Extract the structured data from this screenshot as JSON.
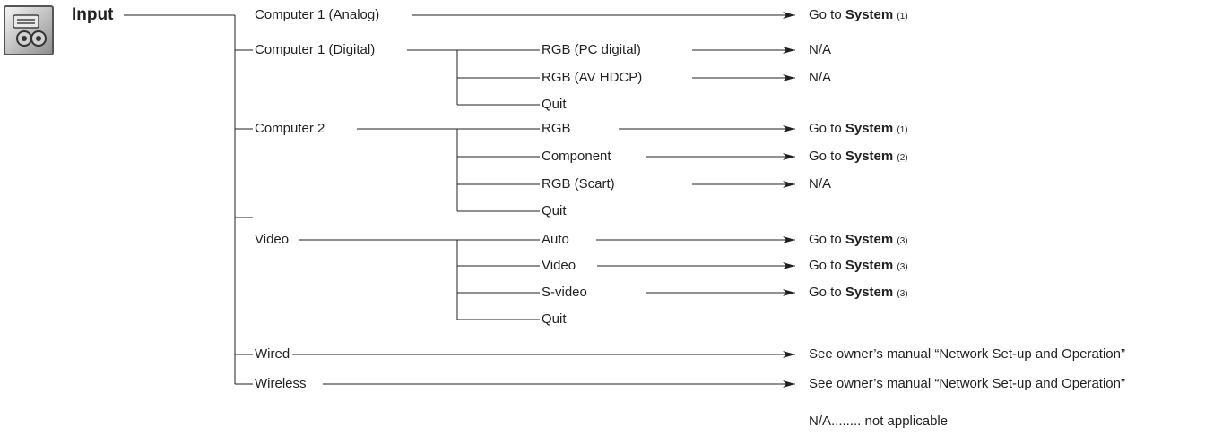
{
  "menu_icon": "input-menu-icon",
  "root": "Input",
  "level1": [
    "Computer 1 (Analog)",
    "Computer 1 (Digital)",
    "Computer 2",
    "Video",
    "Wired",
    "Wireless"
  ],
  "computer1_analog": {
    "pre": "Go to ",
    "bold": "System",
    "num": "(1)"
  },
  "computer1_digital": [
    {
      "label": "RGB (PC digital)",
      "result": "N/A"
    },
    {
      "label": "RGB (AV HDCP)",
      "result": "N/A"
    },
    {
      "label": "Quit"
    }
  ],
  "computer2": [
    {
      "label": "RGB",
      "pre": "Go to ",
      "bold": "System",
      "num": "(1)"
    },
    {
      "label": "Component",
      "pre": "Go to ",
      "bold": "System",
      "num": "(2)"
    },
    {
      "label": "RGB (Scart)",
      "result": "N/A"
    },
    {
      "label": "Quit"
    }
  ],
  "video": [
    {
      "label": "Auto",
      "pre": "Go to ",
      "bold": "System",
      "num": "(3)"
    },
    {
      "label": "Video",
      "pre": "Go to ",
      "bold": "System",
      "num": "(3)"
    },
    {
      "label": "S-video",
      "pre": "Go to ",
      "bold": "System",
      "num": "(3)"
    },
    {
      "label": "Quit"
    }
  ],
  "wired_result": "See owner’s manual “Network Set-up and Operation”",
  "wireless_result": "See owner’s manual “Network Set-up and Operation”",
  "footnote": "N/A........ not applicable"
}
